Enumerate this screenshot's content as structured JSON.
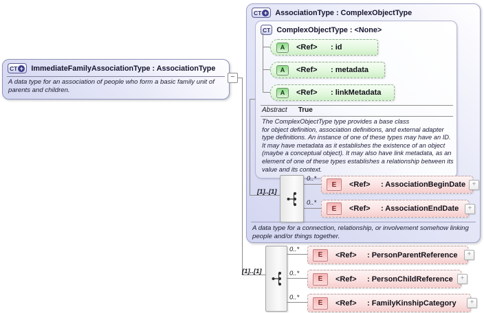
{
  "colors": {
    "node_fill": "#d3d6f0",
    "node_border": "#9fa3c9",
    "attribute_fill": "#cdefc6",
    "element_fill": "#f6cdcd",
    "connector": "#8a8a8a"
  },
  "icons": {
    "complex_type": "CT",
    "plus": "+",
    "collapse": "−",
    "attribute": "A",
    "element": "E"
  },
  "left_node": {
    "title": "ImmediateFamilyAssociationType : AssociationType",
    "description": "A data type for an association of people who form a basic family unit of\nparents and children."
  },
  "association_node": {
    "title": "AssociationType : ComplexObjectType",
    "description": "A data type for a connection, relationship, or involvement somehow linking\npeople and/or things together.",
    "base_node": {
      "title": "ComplexObjectType : <None>",
      "attributes": [
        {
          "ref": "<Ref>",
          "name": ": id"
        },
        {
          "ref": "<Ref>",
          "name": ": metadata"
        },
        {
          "ref": "<Ref>",
          "name": ": linkMetadata"
        }
      ],
      "facet_label": "Abstract",
      "facet_value": "True",
      "documentation": "The ComplexObjectType type provides a base class\nfor object definition, association definitions, and external adapter\ntype definitions. An instance of one of these types may have an ID.\nIt may have metadata as it establishes the existence of an object\n(maybe a conceptual object). It may also have link metadata, as an\nelement of one of these types establishes a relationship between its\nvalue and its context."
    },
    "sequence": {
      "cardinality": "[1]..[1]",
      "elements": [
        {
          "occurs": "0..*",
          "ref": "<Ref>",
          "name": ": AssociationBeginDate"
        },
        {
          "occurs": "0..*",
          "ref": "<Ref>",
          "name": ": AssociationEndDate"
        }
      ]
    }
  },
  "extension_sequence": {
    "cardinality": "[1]..[1]",
    "elements": [
      {
        "occurs": "0..*",
        "ref": "<Ref>",
        "name": ": PersonParentReference"
      },
      {
        "occurs": "0..*",
        "ref": "<Ref>",
        "name": ": PersonChildReference"
      },
      {
        "occurs": "0..*",
        "ref": "<Ref>",
        "name": ": FamilyKinshipCategory"
      }
    ]
  }
}
